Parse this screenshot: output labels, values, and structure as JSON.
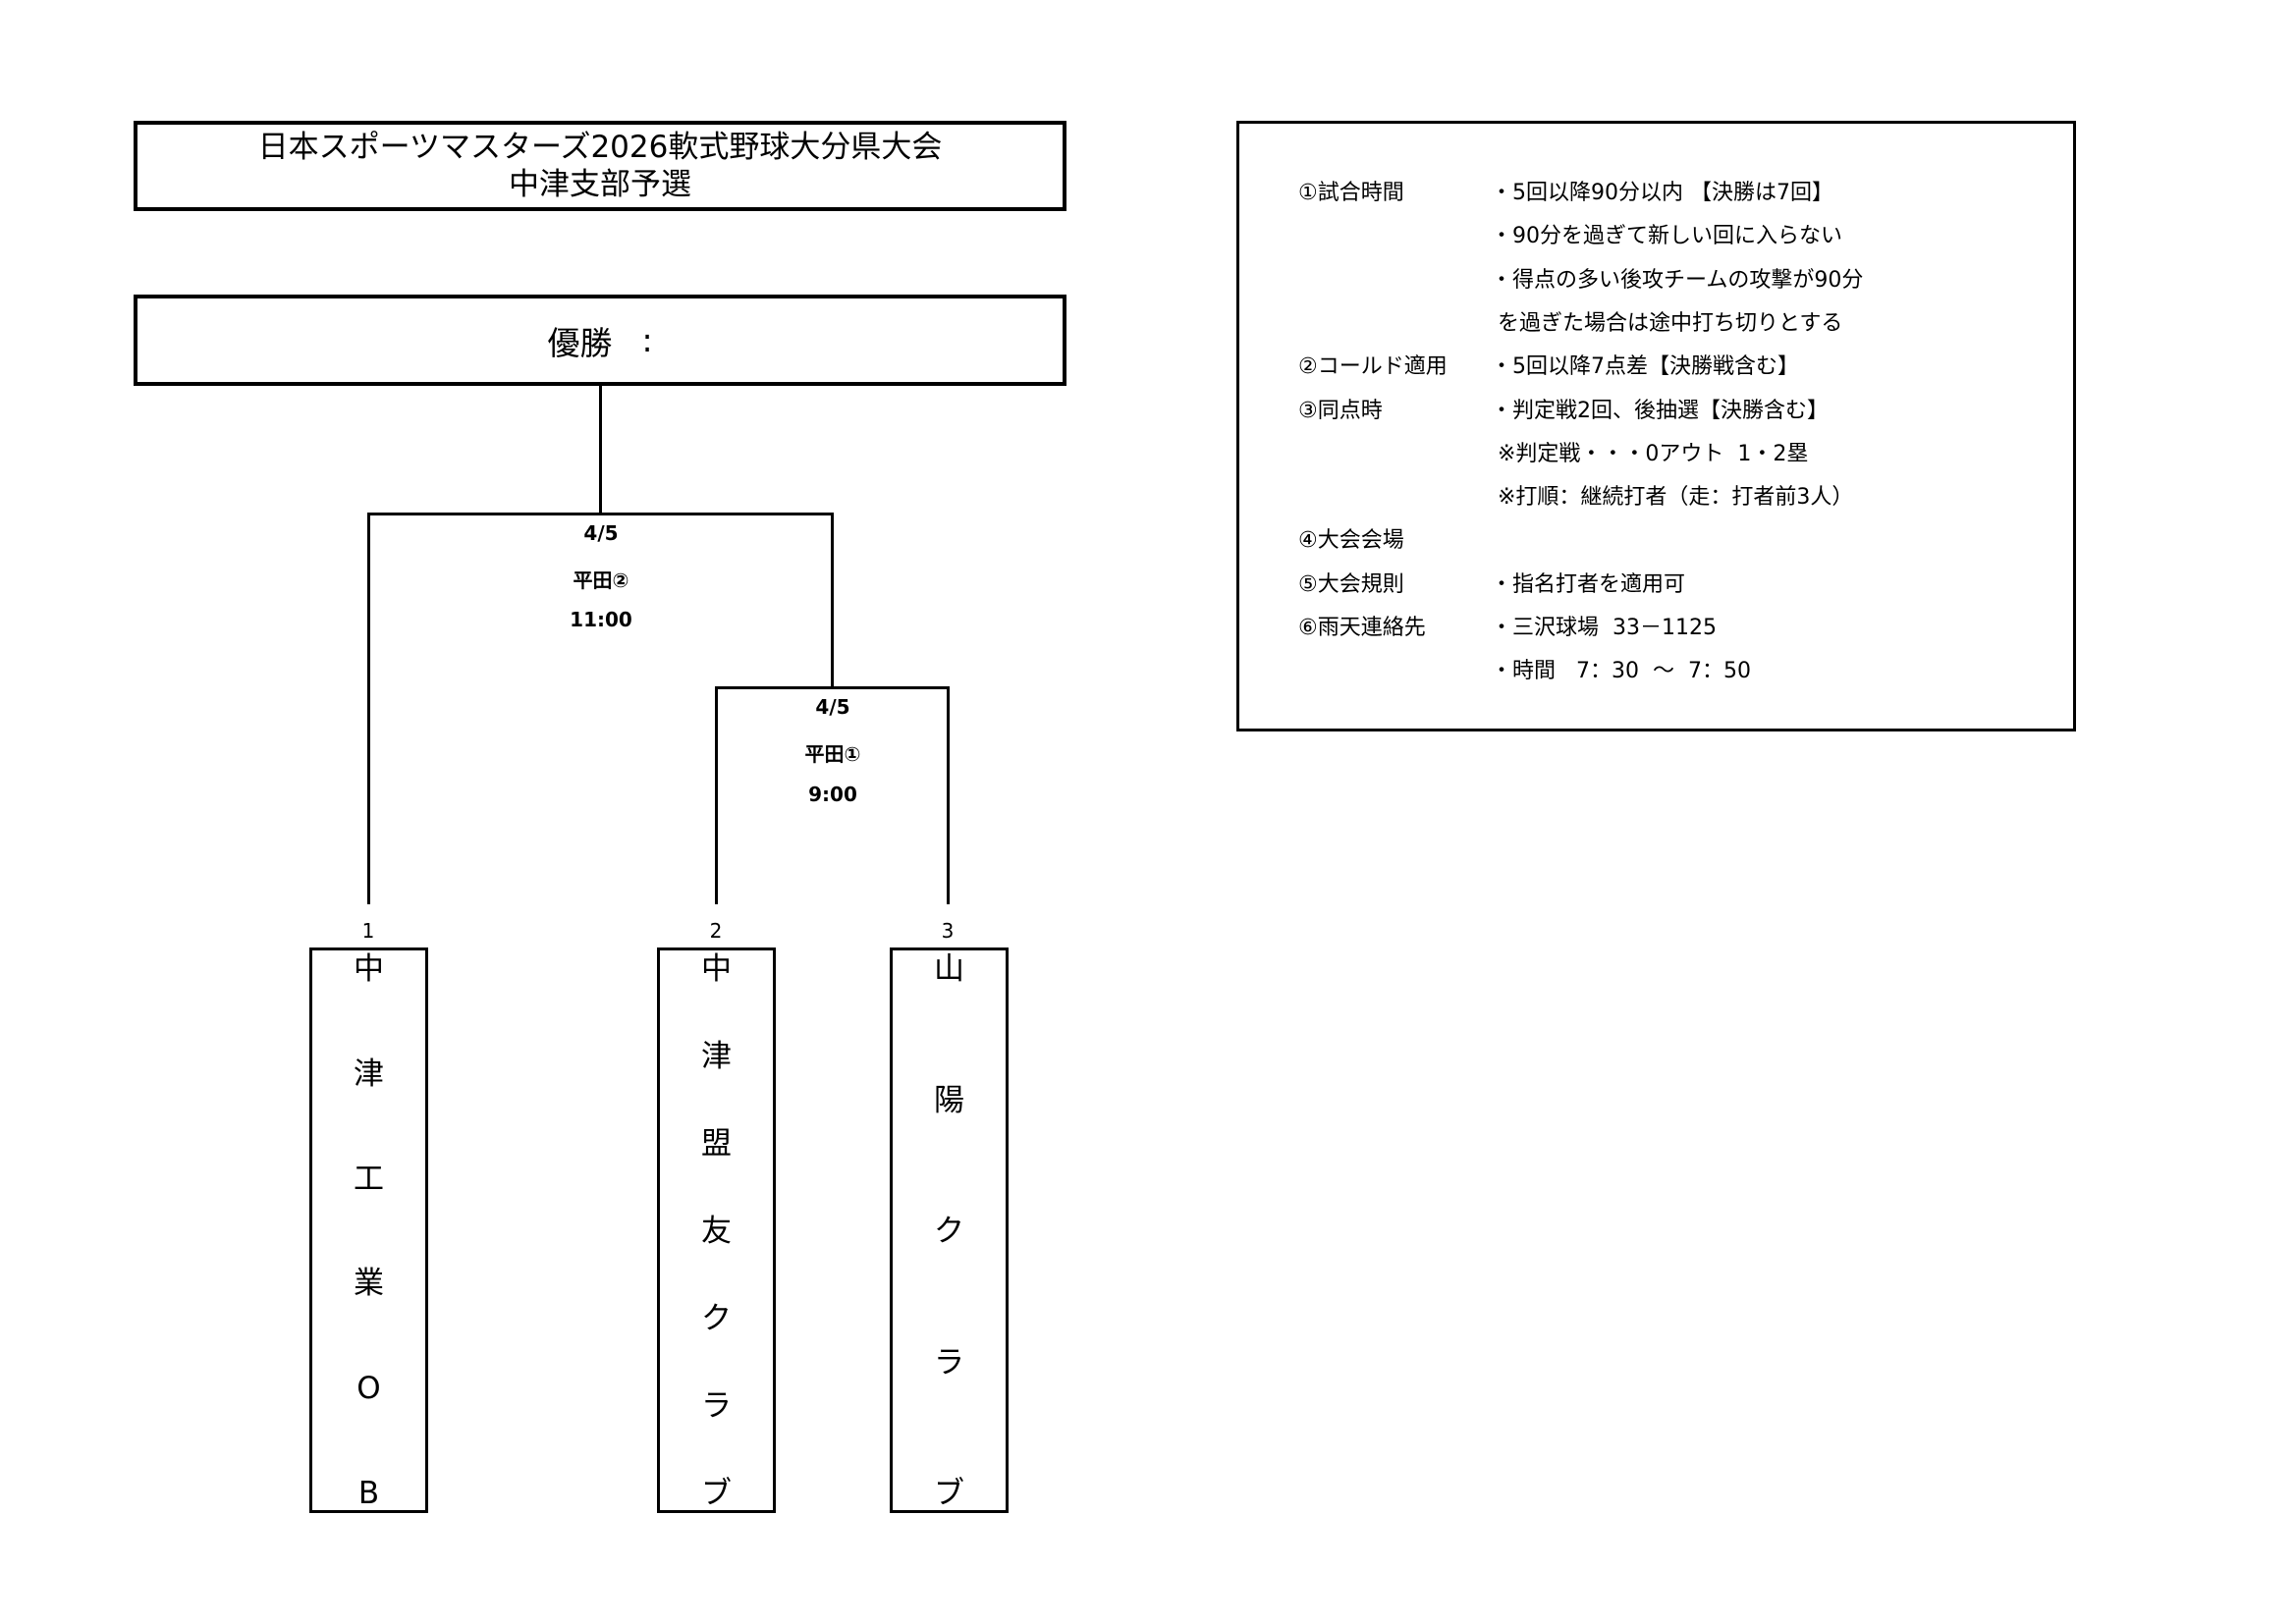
{
  "title": {
    "line1": "日本スポーツマスターズ2026軟式野球大分県大会",
    "line2": "中津支部予選"
  },
  "champion": {
    "label": "優勝",
    "separator": ":"
  },
  "matches": [
    {
      "date": "4/5",
      "venue": "平田②",
      "time": "11:00"
    },
    {
      "date": "4/5",
      "venue": "平田①",
      "time": "9:00"
    }
  ],
  "teams": [
    {
      "number": "1",
      "chars": [
        "中",
        "津",
        "工",
        "業",
        "O",
        "B"
      ]
    },
    {
      "number": "2",
      "chars": [
        "中",
        "津",
        "盟",
        "友",
        "ク",
        "ラ",
        "ブ"
      ]
    },
    {
      "number": "3",
      "chars": [
        "山",
        "陽",
        "ク",
        "ラ",
        "ブ"
      ]
    }
  ],
  "rules": [
    {
      "label": "①試合時間",
      "text": "・5回以降90分以内 【決勝は7回】"
    },
    {
      "label": "",
      "text": "・90分を過ぎて新しい回に入らない"
    },
    {
      "label": "",
      "text": "・得点の多い後攻チームの攻撃が90分"
    },
    {
      "label": "",
      "text": " を過ぎた場合は途中打ち切りとする"
    },
    {
      "label": "②コールド適用",
      "text": "・5回以降7点差【決勝戦含む】"
    },
    {
      "label": "③同点時",
      "text": "・判定戦2回、後抽選【決勝含む】"
    },
    {
      "label": "",
      "text": " ※判定戦・・・0アウト  1・2塁"
    },
    {
      "label": "",
      "text": " ※打順：継続打者（走：打者前3人）"
    },
    {
      "label": "④大会会場",
      "text": ""
    },
    {
      "label": "⑤大会規則",
      "text": "・指名打者を適用可"
    },
    {
      "label": "⑥雨天連絡先",
      "text": "・三沢球場  33－1125"
    },
    {
      "label": "",
      "text": "・時間   7：30  ～  7：50"
    }
  ]
}
